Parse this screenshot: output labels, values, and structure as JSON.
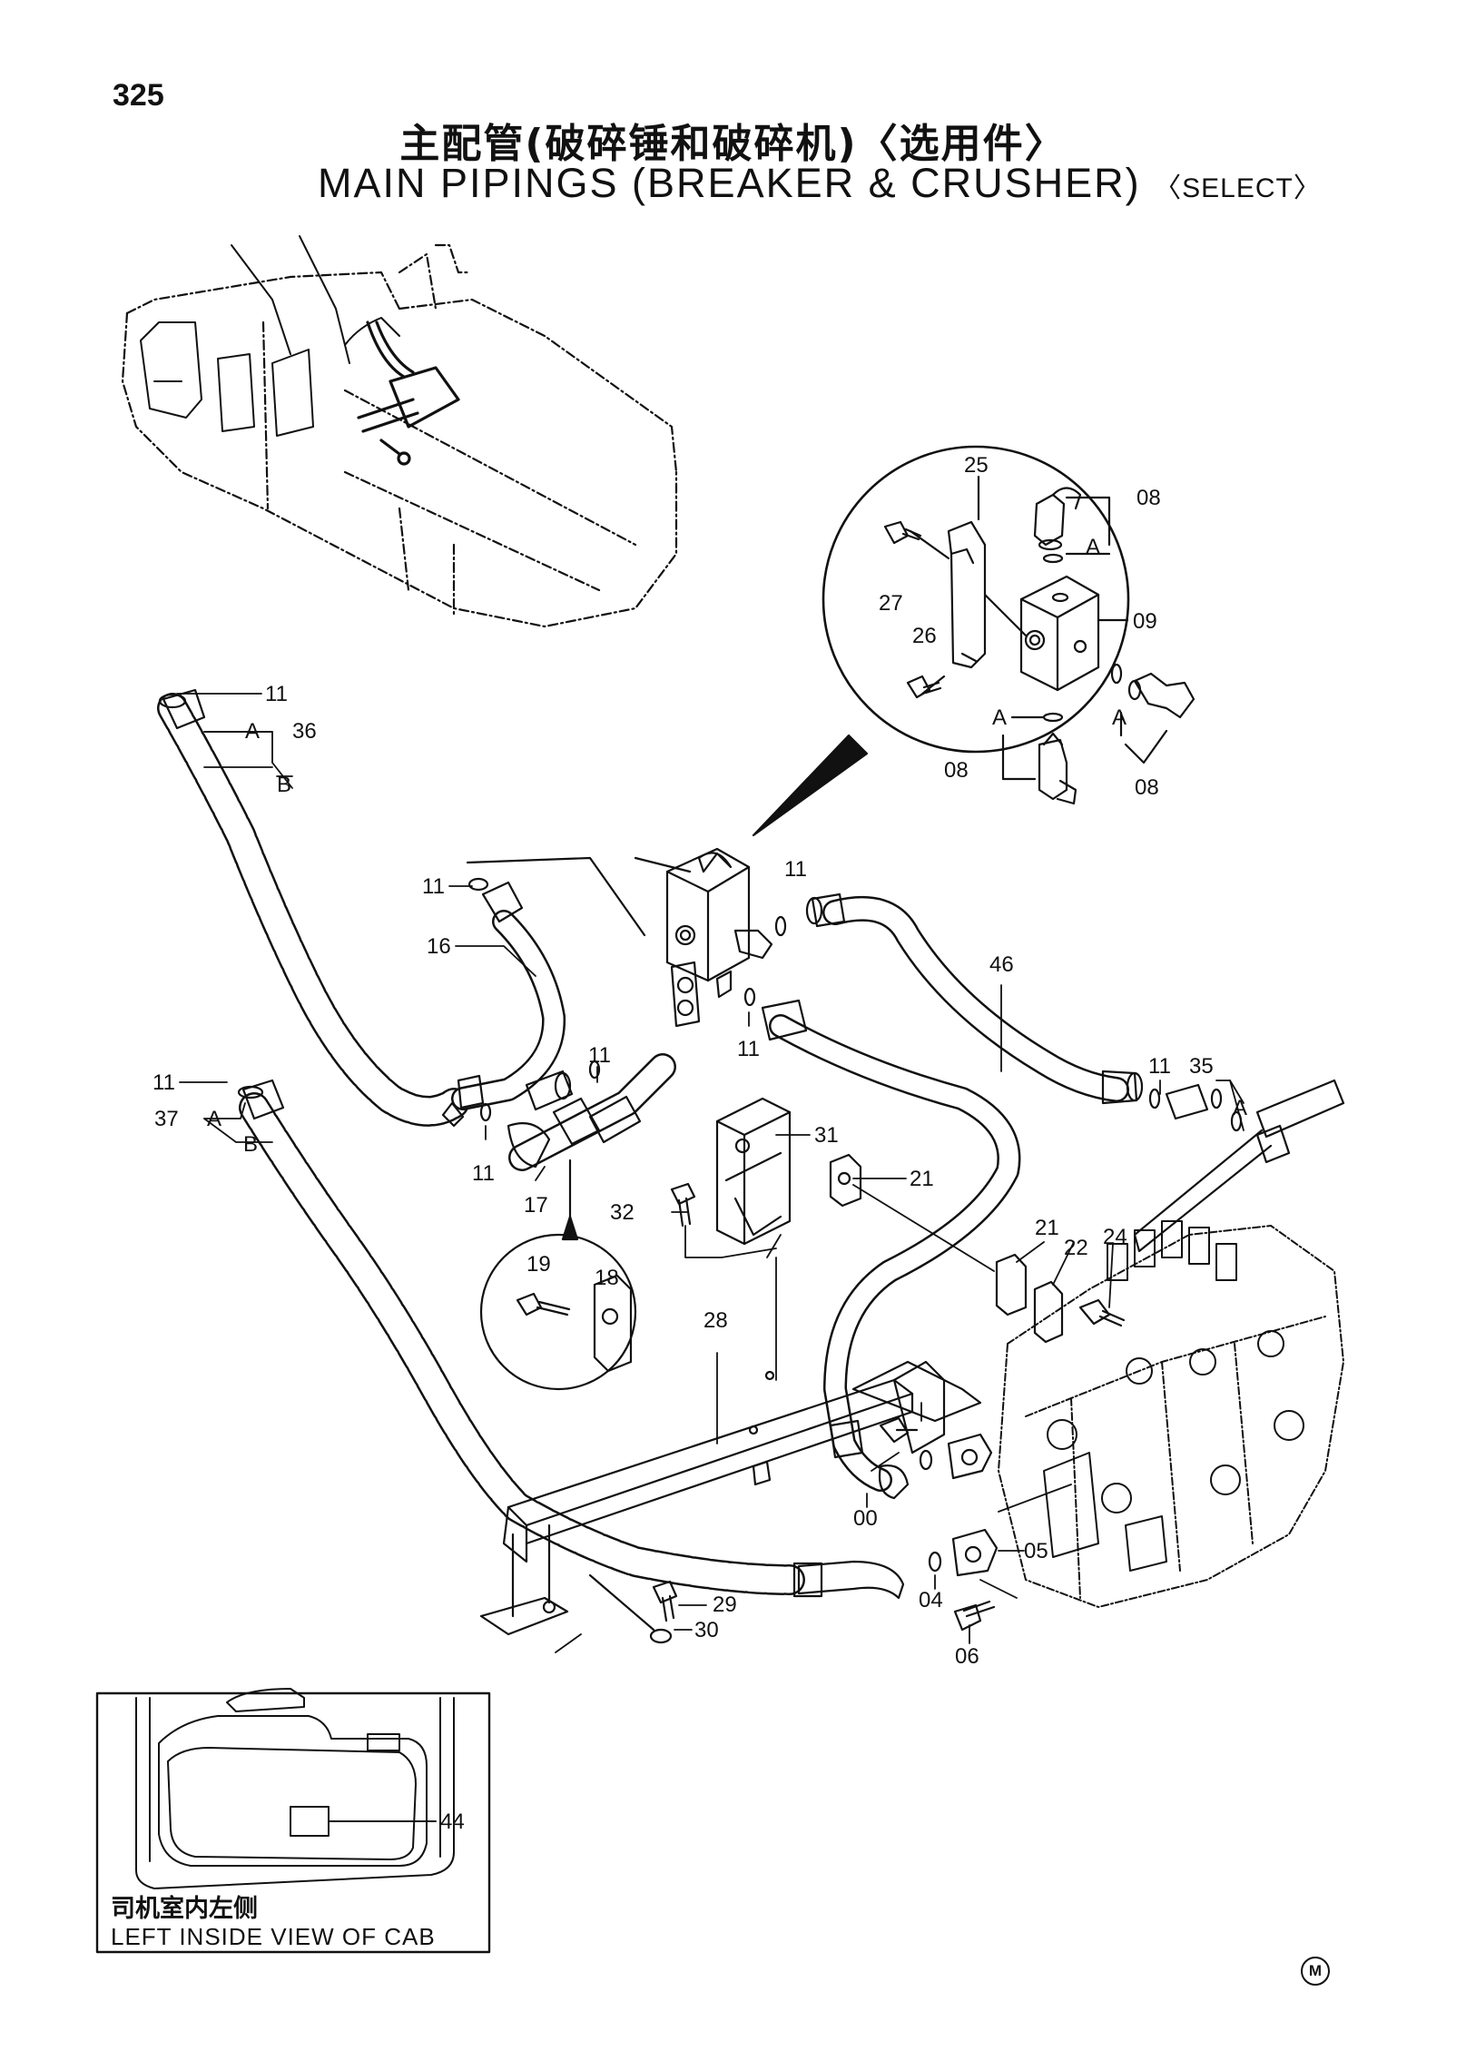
{
  "page": {
    "number": "325",
    "title_cn": "主配管(破碎锤和破碎机)〈选用件〉",
    "title_en": "MAIN PIPINGS (BREAKER & CRUSHER)",
    "title_en_select": "〈SELECT〉"
  },
  "cab_inset": {
    "caption_cn": "司机室内左侧",
    "caption_en": "LEFT INSIDE VIEW OF CAB"
  },
  "footer_mark": "M",
  "callouts": {
    "c1": "11",
    "c2": "A",
    "c3": "36",
    "c4": "B",
    "c5": "11",
    "c6": "16",
    "c7": "11",
    "c8": "37",
    "c9": "A",
    "c10": "B",
    "c11": "11",
    "c12": "11",
    "c13": "17",
    "c14": "11",
    "c15": "11",
    "c16": "46",
    "c17": "11",
    "c18": "35",
    "c19": "A",
    "c20": "31",
    "c21": "21",
    "c22": "32",
    "c23": "21",
    "c24": "22",
    "c25": "24",
    "c26": "19",
    "c27": "18",
    "c28": "28",
    "c29": "29",
    "c30": "30",
    "c31": "00",
    "c32": "04",
    "c33": "05",
    "c34": "06",
    "c35": "44",
    "d1": "25",
    "d2": "08",
    "d3": "A",
    "d4": "27",
    "d5": "09",
    "d6": "26",
    "d7": "A",
    "d8": "A",
    "d9": "08",
    "d10": "08"
  }
}
